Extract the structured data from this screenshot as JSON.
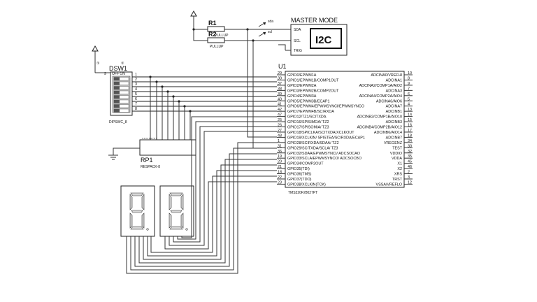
{
  "master": {
    "title": "MASTER MODE",
    "display": "I2C",
    "pins": [
      "SDA",
      "SCL",
      "TRIG"
    ],
    "net_sda": "sda",
    "net_scl": "scl"
  },
  "resistors": {
    "r1": {
      "ref": "R1",
      "value": "PULLUP"
    },
    "r2": {
      "ref": "R2",
      "value": "PULLUP"
    }
  },
  "dipswitch": {
    "ref": "DSW1",
    "part": "DIPSWC_8",
    "pin_left": "9",
    "header": "OFF ON",
    "right_pins": [
      "1",
      "2",
      "3",
      "4",
      "5",
      "6",
      "7",
      "8"
    ]
  },
  "respack": {
    "ref": "RP1",
    "part": "RESPACK-8"
  },
  "mcu": {
    "ref": "U1",
    "part": "TMS320F28027PT",
    "left_pins": [
      {
        "no": "29",
        "name": "GPIO0/EPWM1A"
      },
      {
        "no": "30",
        "name": "GPIO1/EPWM1B/COMP1OUT"
      },
      {
        "no": "37",
        "name": "GPIO2/EPWM2A"
      },
      {
        "no": "38",
        "name": "GPIO3/EPWM2B/COMP2OUT"
      },
      {
        "no": "39",
        "name": "GPIO4/EPWM3A"
      },
      {
        "no": "40",
        "name": "GPIO5/EPWM3B/ECAP1"
      },
      {
        "no": "41",
        "name": "GPIO6/EPWM4/EPWMSYNCI/EPWMSYNCO"
      },
      {
        "no": "42",
        "name": "GPIO7/EPWM4B/SCIRXDA"
      },
      {
        "no": "47",
        "name": "GPIO12/TZ1/SCITXDA"
      },
      {
        "no": "25",
        "name": "GPIO16/SPISIMOA/ TZ2"
      },
      {
        "no": "26",
        "name": "GPIO17/SPISOMIA/ TZ3"
      },
      {
        "no": "27",
        "name": "GPIO18/SPICLKA/SCITXDA/XCLKOUT"
      },
      {
        "no": "48",
        "name": "GPIO19/XCLKIN/ SPISTEA/SCIRXDA/ECAP1"
      },
      {
        "no": "1",
        "name": "GPIO28/SCIRXDA/SDAA/ TZ2"
      },
      {
        "no": "31",
        "name": "GPIO29/SCITXDA/SCLA/ TZ3"
      },
      {
        "no": "36",
        "name": "GPIO32/SDAA/EPWMSYNCI/ ADCSOCAO"
      },
      {
        "no": "19",
        "name": "GPIO33/SCLA/EPWMSYNCO/ ADCSOCBO"
      },
      {
        "no": "20",
        "name": "GPIO34/COMP2OUT"
      },
      {
        "no": "21",
        "name": "GPIO35(TDI)"
      },
      {
        "no": "18",
        "name": "GPIO36(TMS)"
      },
      {
        "no": "22",
        "name": "GPIO37(TDO)"
      },
      {
        "no": "23",
        "name": "GPIO38/XCLKIN(TCK)"
      }
    ],
    "right_pins": [
      {
        "no": "10",
        "name": "ADCINA0/VREFHI"
      },
      {
        "no": "8",
        "name": "ADCINA1"
      },
      {
        "no": "9",
        "name": "ADCINA2/COMP1A/AIO2"
      },
      {
        "no": "7",
        "name": "ADCINA3"
      },
      {
        "no": "6",
        "name": "ADCINA4/COMP2A/AIO4"
      },
      {
        "no": "5",
        "name": "ADCINA6/AIO6"
      },
      {
        "no": "4",
        "name": "ADCINA7"
      },
      {
        "no": "13",
        "name": "ADCINB1"
      },
      {
        "no": "14",
        "name": "ADCINB2/COMP1B/AIO10"
      },
      {
        "no": "15",
        "name": "ADCINB3"
      },
      {
        "no": "16",
        "name": "ADCINB4/COMP2B/AIO12"
      },
      {
        "no": "17",
        "name": "ADCINB6/AIO14"
      },
      {
        "no": "18",
        "name": "ADCINB7"
      },
      {
        "no": "34",
        "name": "VREGENZ"
      },
      {
        "no": "30",
        "name": "TEST"
      },
      {
        "no": "32",
        "name": "VDDIO"
      },
      {
        "no": "35",
        "name": "VDDA"
      },
      {
        "no": "45",
        "name": "X1"
      },
      {
        "no": "46",
        "name": "X2"
      },
      {
        "no": "2",
        "name": "XRS"
      },
      {
        "no": "3",
        "name": "TRST"
      },
      {
        "no": "12",
        "name": "VSSA/VREFLO"
      }
    ]
  }
}
